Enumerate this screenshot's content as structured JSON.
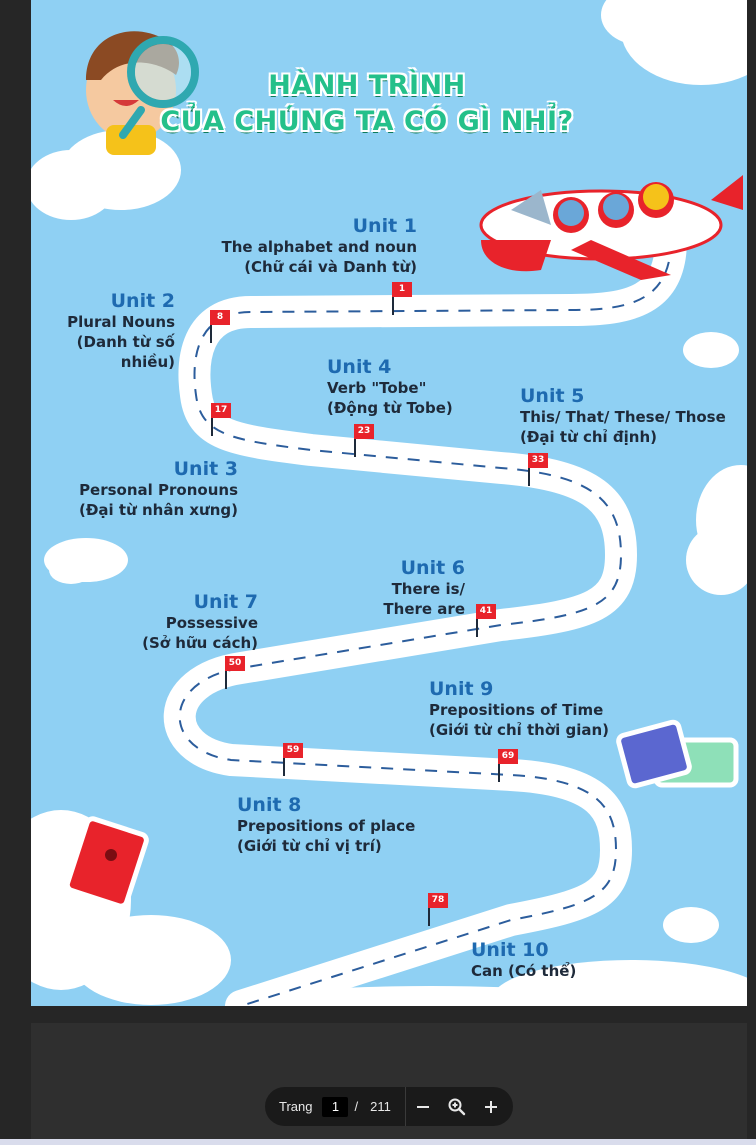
{
  "document": {
    "title_line1": "HÀNH TRÌNH",
    "title_line2": "CỦA CHÚNG TA CÓ GÌ NHỈ?",
    "units": [
      {
        "unit": "Unit 1",
        "desc1": "The alphabet and noun",
        "desc2": "(Chữ cái và Danh từ)",
        "desc3": ""
      },
      {
        "unit": "Unit 2",
        "desc1": "Plural Nouns",
        "desc2": "(Danh từ số",
        "desc3": "nhiều)"
      },
      {
        "unit": "Unit 3",
        "desc1": "Personal Pronouns",
        "desc2": "(Đại từ nhân xưng)",
        "desc3": ""
      },
      {
        "unit": "Unit 4",
        "desc1": "Verb \"Tobe\"",
        "desc2": "(Động từ Tobe)",
        "desc3": ""
      },
      {
        "unit": "Unit 5",
        "desc1": "This/ That/ These/ Those",
        "desc2": "(Đại từ chỉ định)",
        "desc3": ""
      },
      {
        "unit": "Unit 6",
        "desc1": "There is/",
        "desc2": "There are",
        "desc3": ""
      },
      {
        "unit": "Unit 7",
        "desc1": "Possessive",
        "desc2": "(Sở hữu cách)",
        "desc3": ""
      },
      {
        "unit": "Unit 8",
        "desc1": "Prepositions of place",
        "desc2": "(Giới từ chỉ vị trí)",
        "desc3": ""
      },
      {
        "unit": "Unit 9",
        "desc1": "Prepositions of Time",
        "desc2": "(Giới từ chỉ thời gian)",
        "desc3": ""
      },
      {
        "unit": "Unit 10",
        "desc1": "Can (Có thể)",
        "desc2": "",
        "desc3": ""
      }
    ],
    "flags": [
      "1",
      "8",
      "17",
      "23",
      "33",
      "41",
      "50",
      "59",
      "69",
      "78"
    ]
  },
  "toolbar": {
    "page_label": "Trang",
    "current_page": "1",
    "separator": "/",
    "total_pages": "211",
    "icons": [
      "zoom-out-icon",
      "zoom-reset-icon",
      "zoom-in-icon"
    ]
  },
  "colors": {
    "sky": "#8fd0f3",
    "road": "#ffffff",
    "unit_title": "#1e6ab0",
    "title": "#24c08a",
    "flag": "#e8232b",
    "viewer_bg": "#262626",
    "toolbar_bg": "#1a1a1a"
  }
}
